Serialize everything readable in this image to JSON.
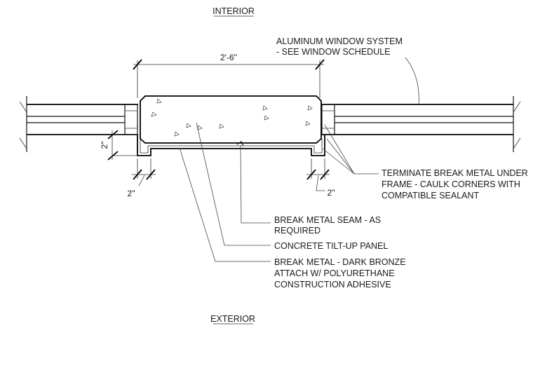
{
  "titles": {
    "interior": "INTERIOR",
    "exterior": "EXTERIOR"
  },
  "dimensions": {
    "opening": "2'-6\"",
    "left_vertical": "2\"",
    "left_bottom": "2\"",
    "right_bottom": "2\""
  },
  "callouts": {
    "window_system": [
      "ALUMINUM WINDOW SYSTEM",
      "- SEE WINDOW SCHEDULE"
    ],
    "terminate": [
      "TERMINATE BREAK METAL UNDER",
      "FRAME - CAULK CORNERS WITH",
      "COMPATIBLE SEALANT"
    ],
    "seam": [
      "BREAK METAL SEAM - AS",
      "REQUIRED"
    ],
    "panel": [
      "CONCRETE TILT-UP PANEL"
    ],
    "break_metal": [
      "BREAK METAL - DARK BRONZE",
      "ATTACH W/ POLYURETHANE",
      "CONSTRUCTION ADHESIVE"
    ]
  }
}
